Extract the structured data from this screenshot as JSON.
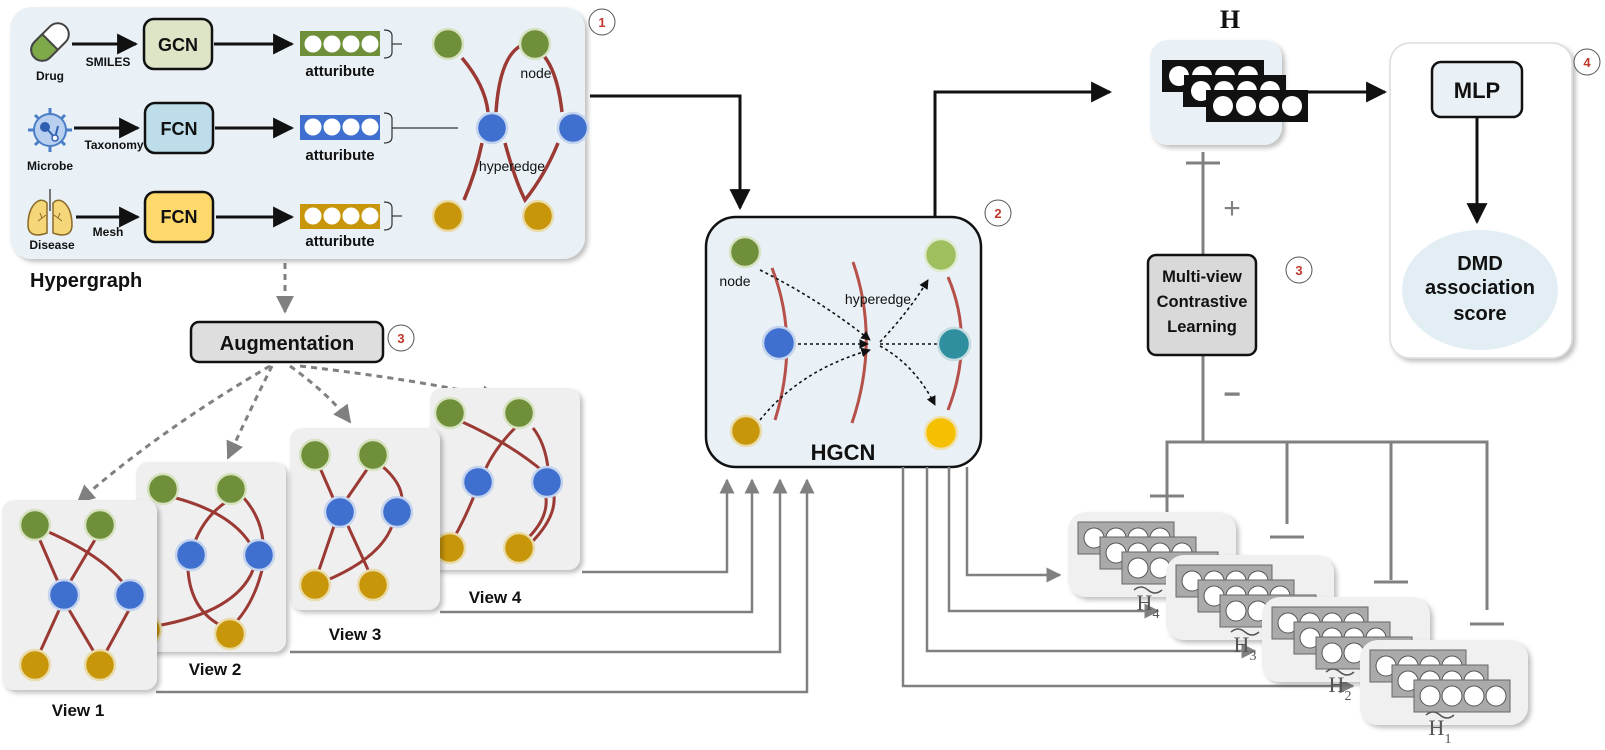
{
  "colors": {
    "drug_node": "#6f8f3a",
    "drug_node_light": "#9fbf5f",
    "microbe_node": "#3f6fcf",
    "microbe_node_teal": "#2f8f9f",
    "disease_node": "#c8960a",
    "disease_node_bright": "#f5c000",
    "edge": "#9b3a34",
    "panel_bg": "#e9f1f6",
    "view_bg": "#efefef",
    "gcn_fill": "#dde5c6",
    "fcn_microbe_fill": "#bcdde9",
    "fcn_disease_fill": "#fcd96a",
    "attr_drug": "#6f8f3a",
    "attr_microbe": "#3f6fcf",
    "attr_disease": "#c8960a",
    "gray_line": "#808080",
    "step_number": "#c0392b"
  },
  "hypergraph": {
    "title": "Hypergraph",
    "step": "1",
    "rows": [
      {
        "entity": "Drug",
        "input": "SMILES",
        "encoder": "GCN",
        "attribute": "atturibute"
      },
      {
        "entity": "Microbe",
        "input": "Taxonomy",
        "encoder": "FCN",
        "attribute": "atturibute"
      },
      {
        "entity": "Disease",
        "input": "Mesh",
        "encoder": "FCN",
        "attribute": "atturibute"
      }
    ],
    "node_label": "node",
    "hyperedge_label": "hyperedge"
  },
  "augmentation": {
    "label": "Augmentation",
    "step": "3",
    "views": [
      "View 1",
      "View 2",
      "View 3",
      "View 4"
    ]
  },
  "hgcn": {
    "label": "HGCN",
    "step": "2",
    "node_label": "node",
    "hyperedge_label": "hyperedge"
  },
  "embedding": {
    "label": "H"
  },
  "contrastive": {
    "line1": "Multi-view",
    "line2": "Contrastive",
    "line3": "Learning",
    "step": "3",
    "plus": "+",
    "minus": "−"
  },
  "view_embeddings": [
    {
      "label": "H",
      "sub": "4"
    },
    {
      "label": "H",
      "sub": "3"
    },
    {
      "label": "H",
      "sub": "2"
    },
    {
      "label": "H",
      "sub": "1"
    }
  ],
  "prediction": {
    "step": "4",
    "mlp": "MLP",
    "score_line1": "DMD",
    "score_line2": "association",
    "score_line3": "score"
  }
}
